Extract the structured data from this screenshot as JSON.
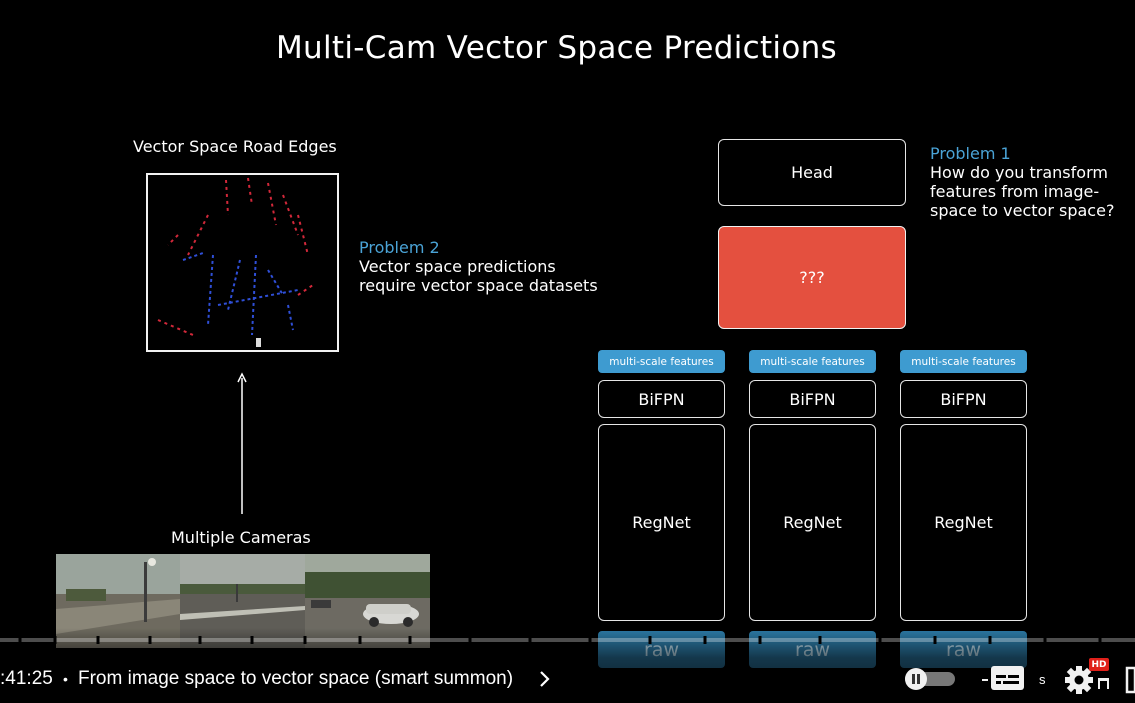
{
  "slide": {
    "title": "Multi-Cam Vector Space Predictions",
    "road_edges_label": "Vector Space Road Edges",
    "cameras_label": "Multiple Cameras",
    "problem2": {
      "heading": "Problem 2",
      "line1": "Vector space predictions",
      "line2": "require vector space datasets"
    },
    "problem1": {
      "heading": "Problem 1",
      "line1": "How do you transform",
      "line2": "features from image-",
      "line3": "space to vector space?"
    },
    "head_label": "Head",
    "unknown_label": "???",
    "columns": [
      {
        "features": "multi-scale features",
        "bifpn": "BiFPN",
        "backbone": "RegNet",
        "input": "raw"
      },
      {
        "features": "multi-scale features",
        "bifpn": "BiFPN",
        "backbone": "RegNet",
        "input": "raw"
      },
      {
        "features": "multi-scale features",
        "bifpn": "BiFPN",
        "backbone": "RegNet",
        "input": "raw"
      }
    ],
    "colors": {
      "problem_heading": "#4aa3d6",
      "unknown_box": "#e4503f",
      "feature_chip": "#3e9bd0"
    }
  },
  "player": {
    "time": ":41:25",
    "separator": "•",
    "chapter": "From image space to vector space (smart summon)",
    "chapter_chevron_icon": "chevron-right-icon",
    "progress_fraction": 0.0,
    "settings_badge": "HD",
    "icons": [
      "pause-icon",
      "autoplay-toggle-icon",
      "subtitles-icon",
      "settings-icon",
      "miniplayer-icon",
      "fullscreen-icon"
    ]
  }
}
